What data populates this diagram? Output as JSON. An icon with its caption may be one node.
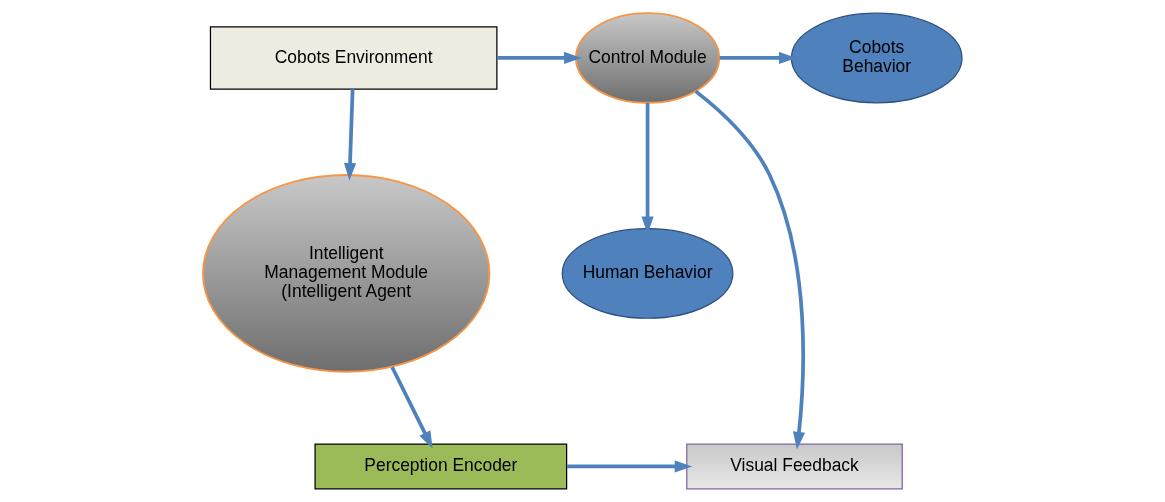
{
  "diagram": {
    "nodes": [
      {
        "text": [
          "Cobots Environment"
        ]
      },
      {
        "text": [
          "Control Module"
        ]
      },
      {
        "text": [
          "Cobots Behavior"
        ]
      },
      {
        "text": [
          "Intelligent Management Module (Intelligent Agent"
        ]
      },
      {
        "text": [
          "Human Behavior"
        ]
      },
      {
        "text": [
          "Perception Encoder"
        ]
      },
      {
        "text": [
          "Visual Feedback"
        ]
      }
    ],
    "edges": [
      {
        "from": 0,
        "to": 1,
        "arrow": "to"
      },
      {
        "from": 1,
        "to": 2,
        "arrow": "to"
      },
      {
        "from": 0,
        "to": 3,
        "arrow": "to"
      },
      {
        "from": 1,
        "to": 4,
        "arrow": "to"
      },
      {
        "from": 1,
        "to": 6,
        "arrow": "to"
      },
      {
        "from": 3,
        "to": 5,
        "arrow": "to"
      },
      {
        "from": 5,
        "to": 6,
        "arrow": "to"
      }
    ]
  }
}
